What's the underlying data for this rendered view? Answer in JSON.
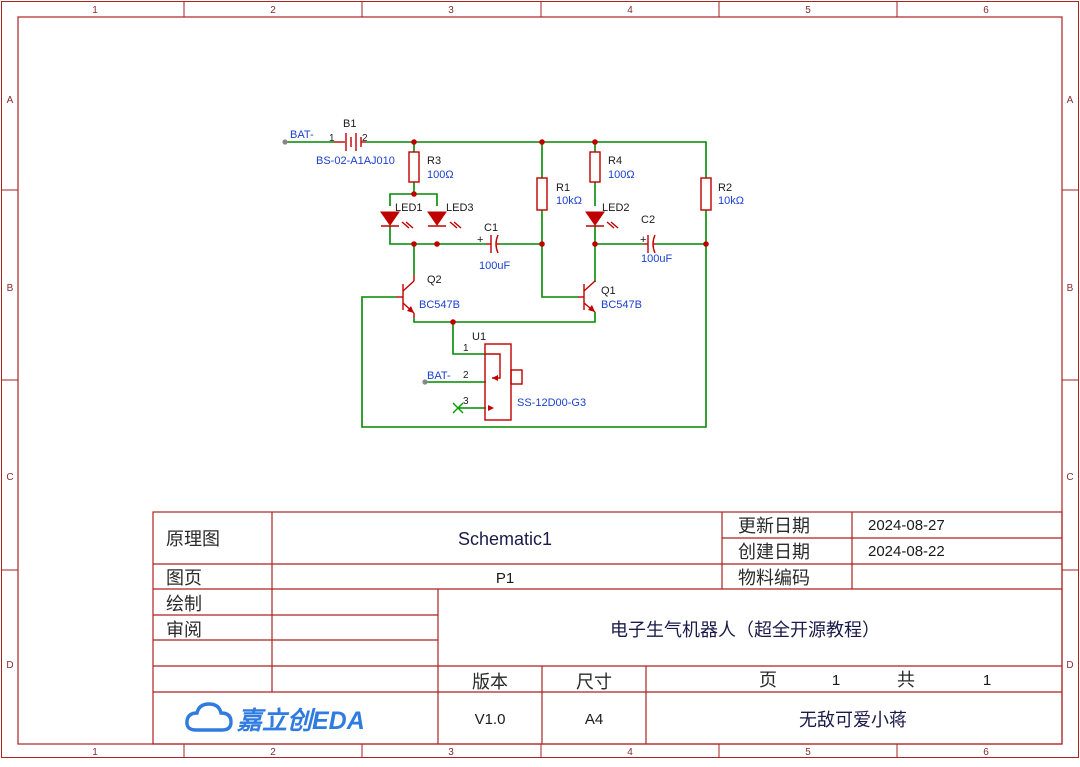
{
  "frame": {
    "columns": [
      "1",
      "2",
      "3",
      "4",
      "5",
      "6"
    ],
    "rows": [
      "A",
      "B",
      "C",
      "D"
    ]
  },
  "components": {
    "b1": {
      "ref": "B1",
      "value": "BS-02-A1AJ010",
      "pin1": "1",
      "pin2": "2"
    },
    "r3": {
      "ref": "R3",
      "value": "100Ω"
    },
    "r4": {
      "ref": "R4",
      "value": "100Ω"
    },
    "r1": {
      "ref": "R1",
      "value": "10kΩ"
    },
    "r2": {
      "ref": "R2",
      "value": "10kΩ"
    },
    "led1": {
      "ref": "LED1"
    },
    "led2": {
      "ref": "LED2"
    },
    "led3": {
      "ref": "LED3"
    },
    "c1": {
      "ref": "C1",
      "value": "100uF",
      "plus": "+"
    },
    "c2": {
      "ref": "C2",
      "value": "100uF",
      "plus": "+"
    },
    "q1": {
      "ref": "Q1",
      "value": "BC547B"
    },
    "q2": {
      "ref": "Q2",
      "value": "BC547B"
    },
    "u1": {
      "ref": "U1",
      "value": "SS-12D00-G3",
      "pin1": "1",
      "pin2": "2",
      "pin3": "3"
    },
    "net_bat_1": "BAT-",
    "net_bat_2": "BAT-"
  },
  "title_block": {
    "schematic_label": "原理图",
    "schematic_name": "Schematic1",
    "updated_label": "更新日期",
    "updated_date": "2024-08-27",
    "created_label": "创建日期",
    "created_date": "2024-08-22",
    "page_label": "图页",
    "page_value": "P1",
    "material_label": "物料编码",
    "material_value": "",
    "drawn_label": "绘制",
    "review_label": "审阅",
    "project_title": "电子生气机器人（超全开源教程）",
    "version_label": "版本",
    "size_label": "尺寸",
    "sheet_label": "页",
    "sheet_no": "1",
    "total_label": "共",
    "total_no": "1",
    "logo_text": "嘉立创EDA",
    "version_value": "V1.0",
    "size_value": "A4",
    "author": "无敌可爱小蒋"
  },
  "colors": {
    "frame": "#aa2222",
    "wire": "#008a00",
    "component": "#c00000",
    "junction": "#c00000",
    "value_text": "#1a3fd0",
    "logo": "#2f7be0"
  },
  "icons": {
    "logo": "cloud-icon",
    "no_connect": "no-connect-x-icon"
  }
}
